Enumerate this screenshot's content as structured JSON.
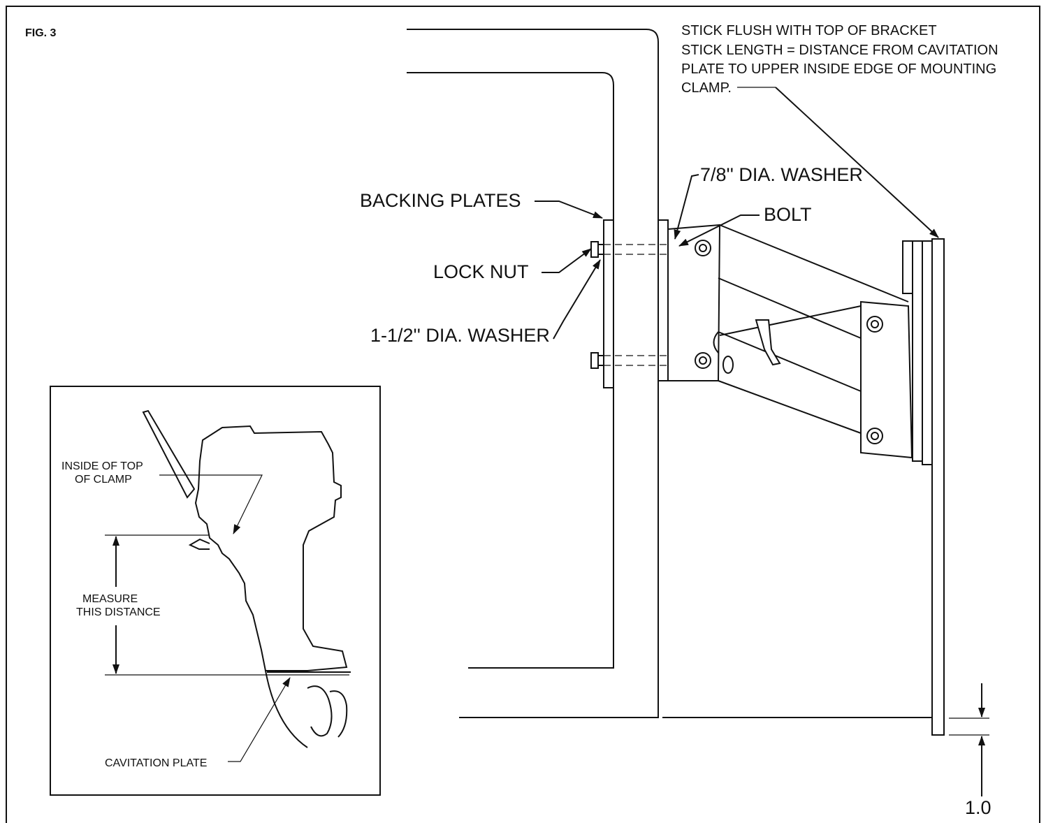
{
  "figure": {
    "label": "FIG. 3"
  },
  "note": {
    "lines": [
      "STICK FLUSH WITH TOP OF BRACKET",
      "STICK LENGTH = DISTANCE FROM CAVITATION",
      "PLATE TO UPPER INSIDE EDGE OF MOUNTING",
      "CLAMP."
    ]
  },
  "callouts": {
    "backing_plates": "BACKING PLATES",
    "lock_nut": "LOCK NUT",
    "washer_large": "1-1/2'' DIA. WASHER",
    "washer_small": "7/8'' DIA. WASHER",
    "bolt": "BOLT",
    "dimension": "1.0"
  },
  "inset": {
    "inside_top_clamp": [
      "INSIDE OF TOP",
      "OF CLAMP"
    ],
    "measure": [
      "MEASURE",
      "THIS DISTANCE"
    ],
    "cavitation_plate": "CAVITATION PLATE"
  },
  "colors": {
    "ink": "#111111",
    "paper": "#ffffff"
  }
}
